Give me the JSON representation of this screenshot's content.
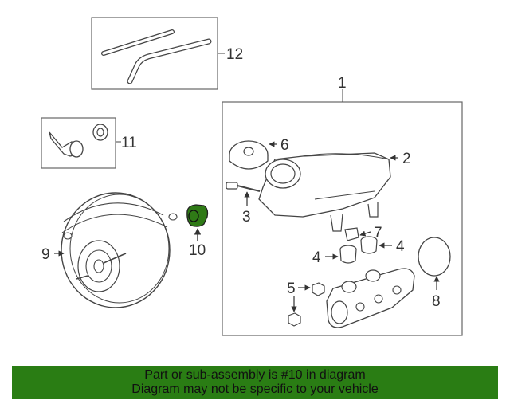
{
  "callouts": {
    "c1": "1",
    "c2": "2",
    "c3": "3",
    "c4a": "4",
    "c4b": "4",
    "c5": "5",
    "c6": "6",
    "c7": "7",
    "c8": "8",
    "c9": "9",
    "c10": "10",
    "c11": "11",
    "c12": "12"
  },
  "highlight_color": "#2f7a16",
  "banner": {
    "color": "#2a7d14",
    "line1": "Part or sub-assembly is #10 in diagram",
    "line2": "Diagram may not be specific to your vehicle"
  }
}
